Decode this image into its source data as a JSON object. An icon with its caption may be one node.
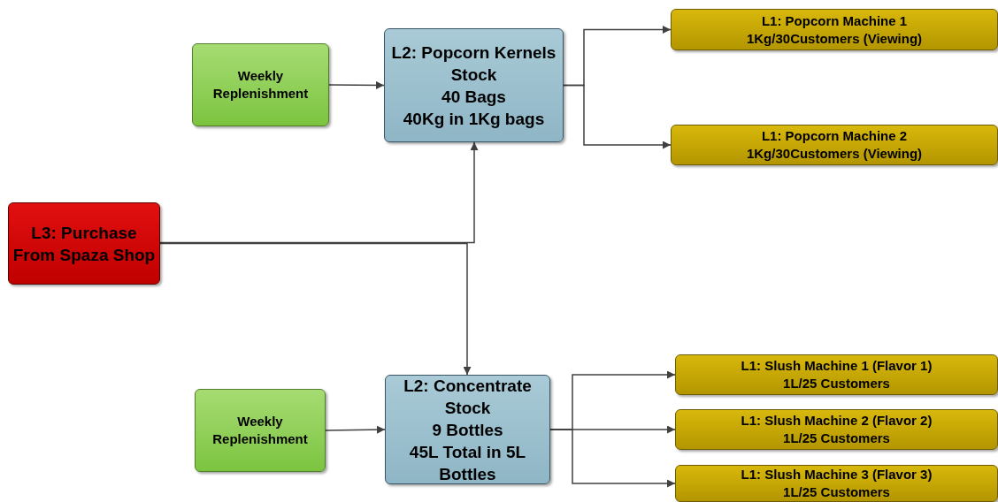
{
  "diagram": {
    "nodes": [
      {
        "text": [
          "Weekly Replenishment"
        ]
      },
      {
        "text": [
          "L2: Popcorn Kernels Stock",
          "40 Bags",
          "40Kg in 1Kg bags"
        ]
      },
      {
        "text": [
          "L1: Popcorn Machine 1",
          "1Kg/30Customers (Viewing)"
        ]
      },
      {
        "text": [
          "L1: Popcorn Machine 2",
          "1Kg/30Customers (Viewing)"
        ]
      },
      {
        "text": [
          "L3: Purchase From Spaza Shop"
        ]
      },
      {
        "text": [
          "Weekly Replenishment"
        ]
      },
      {
        "text": [
          "L2: Concentrate Stock",
          "9 Bottles",
          "45L Total in 5L Bottles"
        ]
      },
      {
        "text": [
          "L1: Slush Machine 1 (Flavor 1)",
          "1L/25 Customers"
        ]
      },
      {
        "text": [
          "L1: Slush Machine 2 (Flavor 2)",
          "1L/25 Customers"
        ]
      },
      {
        "text": [
          "L1: Slush Machine 3 (Flavor 3)",
          "1L/25 Customers"
        ]
      }
    ],
    "edges": [
      {
        "from": 0,
        "to": 1,
        "arrow": "to"
      },
      {
        "from": 1,
        "to": 2,
        "arrow": "to"
      },
      {
        "from": 1,
        "to": 3,
        "arrow": "to"
      },
      {
        "from": 4,
        "to": 1,
        "arrow": "to"
      },
      {
        "from": 4,
        "to": 6,
        "arrow": "to"
      },
      {
        "from": 5,
        "to": 6,
        "arrow": "to"
      },
      {
        "from": 6,
        "to": 7,
        "arrow": "to"
      },
      {
        "from": 6,
        "to": 8,
        "arrow": "to"
      },
      {
        "from": 6,
        "to": 9,
        "arrow": "to"
      }
    ]
  }
}
